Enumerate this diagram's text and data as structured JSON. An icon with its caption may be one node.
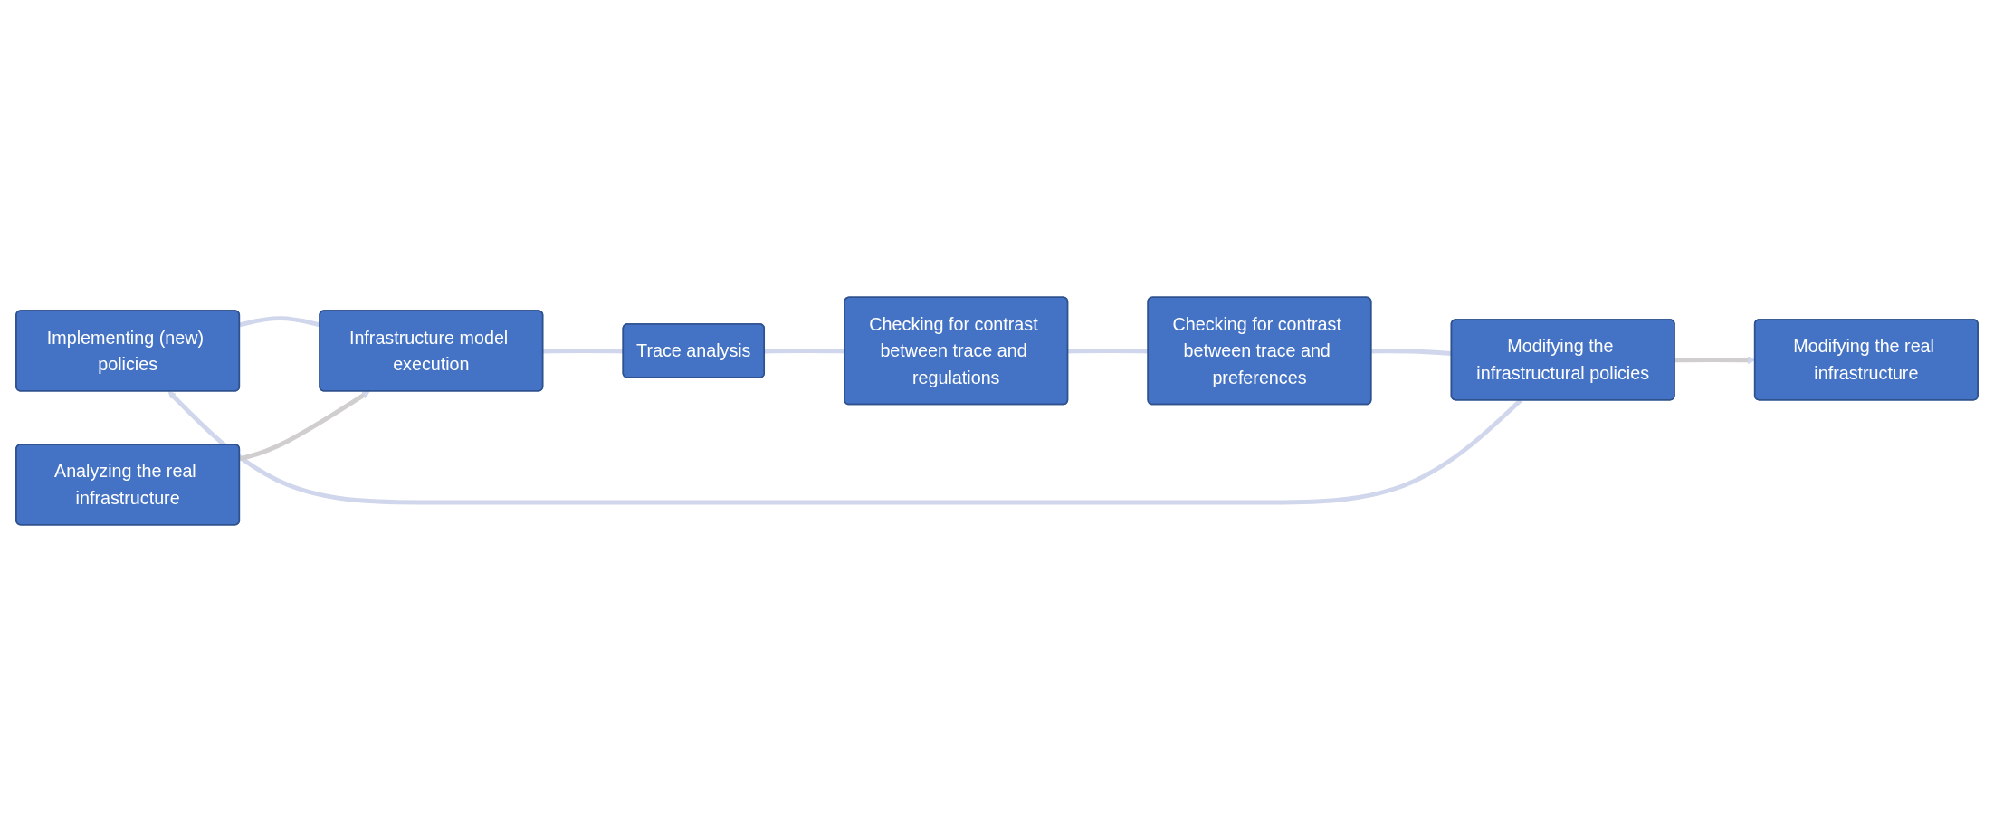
{
  "diagram": {
    "nodes": [
      {
        "text": [
          "Implementing (new) policies"
        ]
      },
      {
        "text": [
          "Infrastructure model execution"
        ]
      },
      {
        "text": [
          "Trace analysis"
        ]
      },
      {
        "text": [
          "Checking for contrast between trace and regulations"
        ]
      },
      {
        "text": [
          "Checking for contrast between trace and preferences"
        ]
      },
      {
        "text": [
          "Modifying the infrastructural policies"
        ]
      },
      {
        "text": [
          "Modifying the real infrastructure"
        ]
      },
      {
        "text": [
          "Analyzing the real infrastructure"
        ]
      }
    ],
    "edges": [
      {
        "from": 0,
        "to": 1,
        "arrow": "none"
      },
      {
        "from": 1,
        "to": 2,
        "arrow": "none"
      },
      {
        "from": 2,
        "to": 3,
        "arrow": "none"
      },
      {
        "from": 3,
        "to": 4,
        "arrow": "none"
      },
      {
        "from": 4,
        "to": 5,
        "arrow": "none"
      },
      {
        "from": 5,
        "to": 0,
        "arrow": "to"
      },
      {
        "from": 7,
        "to": 1,
        "arrow": "to",
        "color": "#d0cece"
      },
      {
        "from": 5,
        "to": 6,
        "arrow": "to",
        "color": "#d0cece"
      }
    ]
  }
}
